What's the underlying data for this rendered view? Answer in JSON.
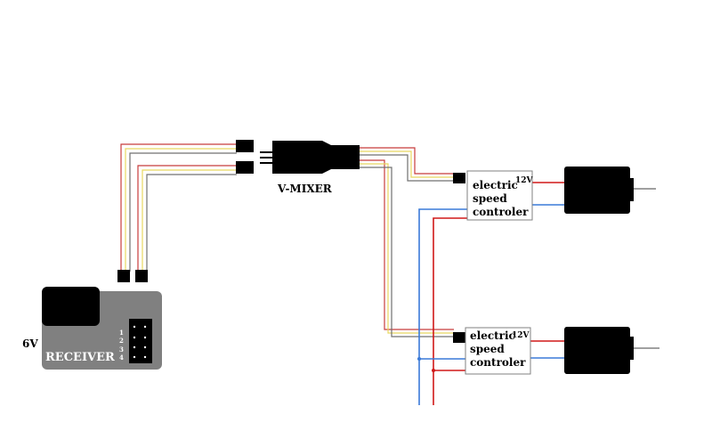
{
  "receiver": {
    "label": "RECEIVER",
    "voltage": "6V",
    "channels": [
      "1",
      "2",
      "3",
      "4"
    ]
  },
  "mixer": {
    "label": "V-MIXER"
  },
  "esc_top": {
    "line1": "electric",
    "line2": "speed",
    "line3": "controler",
    "voltage": "12V"
  },
  "esc_bottom": {
    "line1": "electric",
    "line2": "speed",
    "line3": "controler",
    "voltage": "12V"
  },
  "colors": {
    "wire_red": "#c83c3c",
    "wire_yellow": "#e8d860",
    "wire_gray": "#707070",
    "power_red": "#d01818",
    "power_blue": "#3a7ad8",
    "connector": "#000000",
    "receiver_body": "#808080",
    "motor_shaft": "#a0a0a0"
  }
}
